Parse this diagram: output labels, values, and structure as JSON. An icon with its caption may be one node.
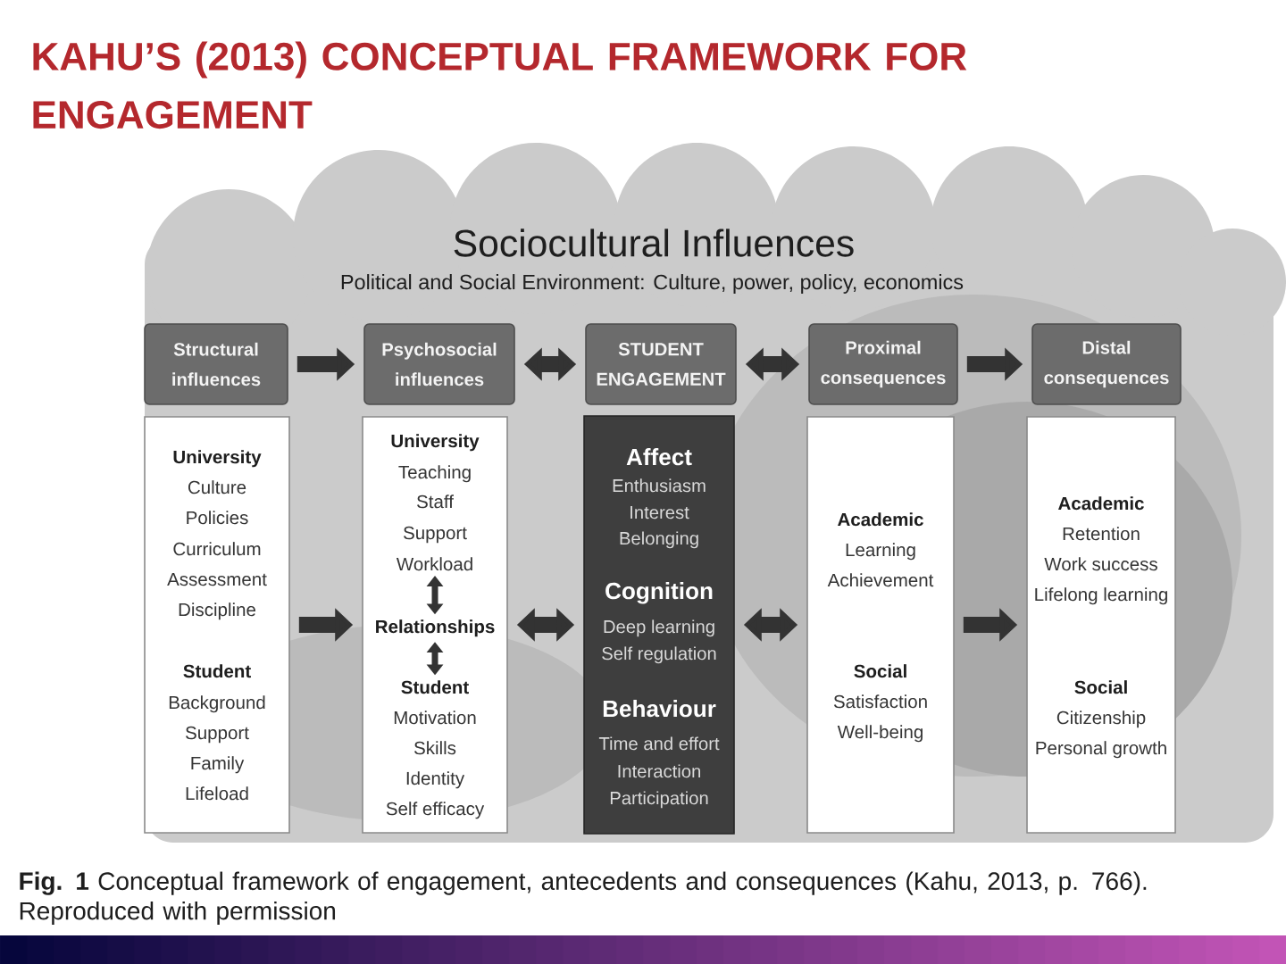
{
  "diagram": {
    "title": "KAHU’S (2013) CONCEPTUAL FRAMEWORK FOR ENGAGEMENT",
    "caption": "**Fig. 1** Conceptual framework of engagement, antecedents and consequences (Kahu, 2013, p. 766). Reproduced with permission",
    "nodes": [
      {
        "text": [
          "Sociocultural Influences",
          "Political and Social Environment: Culture, power, policy, economics"
        ]
      },
      {
        "text": [
          "Structural influences"
        ],
        "in": 0
      },
      {
        "text": [
          "Psychosocial influences"
        ],
        "in": 0
      },
      {
        "text": [
          "STUDENT ENGAGEMENT"
        ],
        "in": 0
      },
      {
        "text": [
          "Proximal consequences"
        ],
        "in": 0
      },
      {
        "text": [
          "Distal consequences"
        ],
        "in": 0
      },
      {
        "text": [
          "University",
          "Culture",
          "Policies",
          "Curriculum",
          "Assessment",
          "Discipline",
          "Student",
          "Background",
          "Support",
          "Family",
          "Lifeload"
        ],
        "in": 0
      },
      {
        "text": [],
        "shape": "box",
        "in": 0
      },
      {
        "text": [
          "University",
          "Teaching",
          "Staff",
          "Support",
          "Workload"
        ],
        "in": 7
      },
      {
        "text": [
          "Relationships"
        ],
        "in": 7
      },
      {
        "text": [
          "Student",
          "Motivation",
          "Skills",
          "Identity",
          "Self efficacy"
        ],
        "in": 7
      },
      {
        "text": [
          "Affect",
          "Enthusiasm",
          "Interest",
          "Belonging",
          "Cognition",
          "Deep learning",
          "Self regulation",
          "Behaviour",
          "Time and effort",
          "Interaction",
          "Participation"
        ],
        "in": 0
      },
      {
        "text": [
          "Academic",
          "Learning",
          "Achievement",
          "Social",
          "Satisfaction",
          "Well-being"
        ],
        "in": 0
      },
      {
        "text": [
          "Academic",
          "Retention",
          "Work success",
          "Lifelong learning",
          "Social",
          "Citizenship",
          "Personal growth"
        ],
        "in": 0
      }
    ],
    "edges": [
      {
        "from": 1,
        "to": 2,
        "arrow": "to"
      },
      {
        "from": 2,
        "to": 3,
        "arrow": "both"
      },
      {
        "from": 3,
        "to": 4,
        "arrow": "both"
      },
      {
        "from": 4,
        "to": 5,
        "arrow": "to"
      },
      {
        "from": 6,
        "to": 7,
        "arrow": "to"
      },
      {
        "from": 7,
        "to": 11,
        "arrow": "both"
      },
      {
        "from": 11,
        "to": 12,
        "arrow": "both"
      },
      {
        "from": 12,
        "to": 13,
        "arrow": "to"
      },
      {
        "from": 8,
        "to": 9,
        "arrow": "both"
      },
      {
        "from": 9,
        "to": 10,
        "arrow": "both"
      }
    ]
  }
}
